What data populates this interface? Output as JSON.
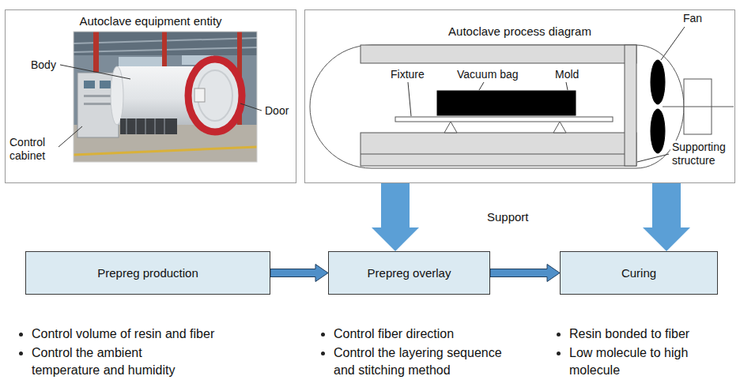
{
  "diagram": {
    "nodes": [
      {
        "text": [
          "Autoclave equipment entity"
        ]
      },
      {
        "text": [
          "Autoclave process diagram"
        ]
      },
      {
        "text": [
          "Prepreg production"
        ]
      },
      {
        "text": [
          "Prepreg overlay"
        ]
      },
      {
        "text": [
          "Curing"
        ]
      }
    ],
    "edges": [
      {
        "from": 2,
        "to": 3,
        "arrow": "to"
      },
      {
        "from": 3,
        "to": 4,
        "arrow": "to"
      },
      {
        "from": 1,
        "to": 3,
        "arrow": "to"
      },
      {
        "from": 1,
        "to": 4,
        "arrow": "to"
      }
    ],
    "labels": [
      "Body",
      "Control cabinet",
      "Door",
      "Fixture",
      "Vacuum bag",
      "Mold",
      "Fan",
      "Supporting structure",
      "Support",
      "Control volume of resin and fiber",
      "Control the ambient temperature and humidity",
      "Control fiber direction",
      "Control the layering sequence and stitching method",
      "Resin bonded to fiber",
      "Low molecule to high molecule"
    ]
  }
}
